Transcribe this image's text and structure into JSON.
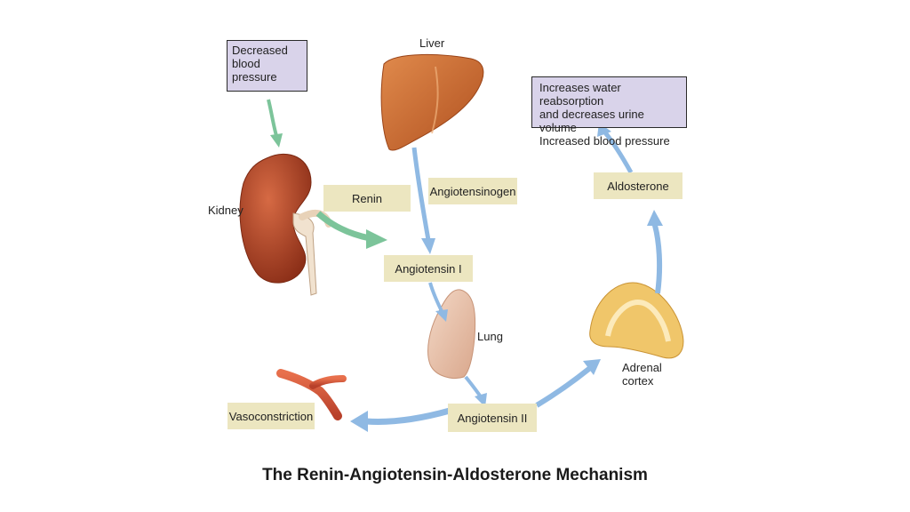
{
  "diagram": {
    "title": "The Renin-Angiotensin-Aldosterone Mechanism",
    "organs": {
      "liver": "Liver",
      "kidney": "Kidney",
      "lung": "Lung",
      "adrenal_line1": "Adrenal",
      "adrenal_line2": "cortex"
    },
    "steps": {
      "decreased_bp_line1": "Decreased",
      "decreased_bp_line2": "blood pressure",
      "renin": "Renin",
      "angiotensinogen": "Angiotensinogen",
      "angiotensin_1": "Angiotensin I",
      "angiotensin_2": "Angiotensin II",
      "aldosterone": "Aldosterone",
      "vasoconstriction": "Vasoconstriction",
      "result_line1": "Increases water reabsorption",
      "result_line2": "and decreases urine volume",
      "result_line3": "Increased blood pressure"
    },
    "colors": {
      "green_arrow": "#7cc49a",
      "blue_arrow": "#8fb9e3",
      "label_box": "#ece6c0",
      "result_box": "#d9d3ea",
      "liver": "#c8642d",
      "kidney": "#b44a2a",
      "lung": "#e8c2aa",
      "adrenal": "#f0c66a",
      "vessel": "#d4563a"
    }
  }
}
